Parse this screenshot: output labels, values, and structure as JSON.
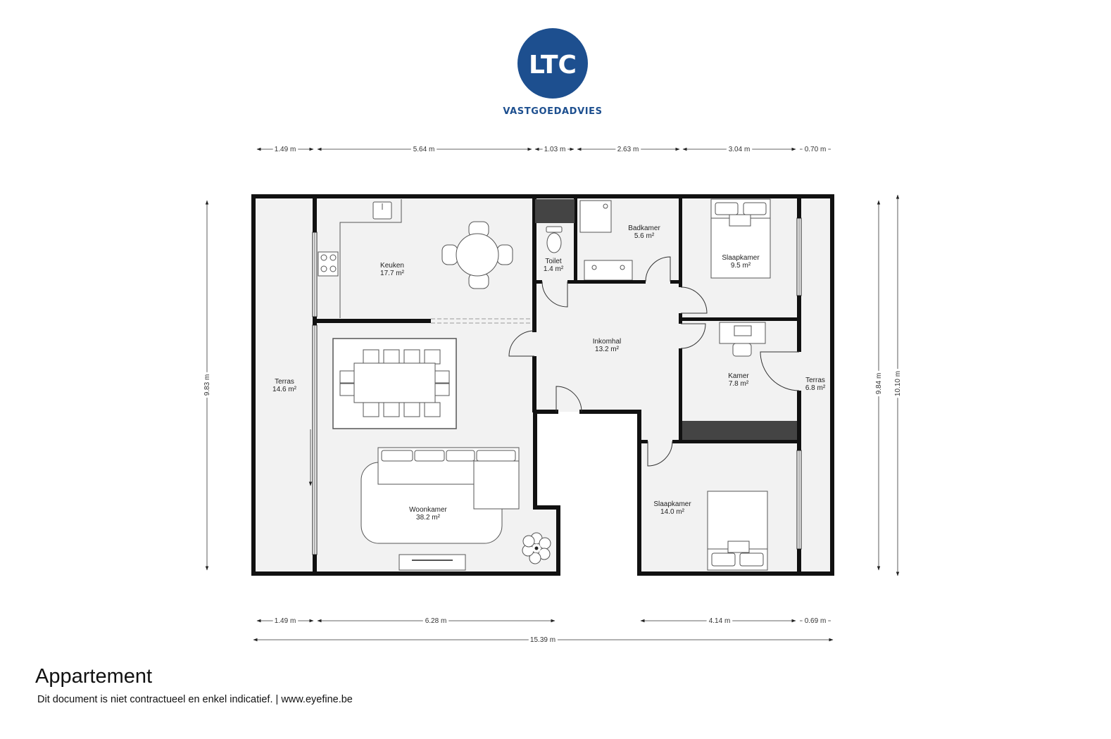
{
  "logo": {
    "text": "LTC",
    "tagline": "VASTGOEDADVIES",
    "color": "#1d4f8f"
  },
  "colors": {
    "wall": "#111111",
    "floor": "#f2f2f2",
    "shaft": "#444444"
  },
  "dimensions": {
    "top": [
      "1.49 m",
      "5.64 m",
      "1.03 m",
      "2.63 m",
      "3.04 m",
      "0.70 m"
    ],
    "bottom": [
      "1.49 m",
      "6.28 m",
      "4.14 m",
      "0.69 m"
    ],
    "total_width": "15.39 m",
    "left_height": "9.83 m",
    "right_height_inner": "9.84 m",
    "right_height_outer": "10.10 m"
  },
  "rooms": [
    {
      "name": "Terras",
      "area": "14.6 m²"
    },
    {
      "name": "Keuken",
      "area": "17.7 m²"
    },
    {
      "name": "Toilet",
      "area": "1.4 m²"
    },
    {
      "name": "Badkamer",
      "area": "5.6 m²"
    },
    {
      "name": "Slaapkamer",
      "area": "9.5 m²"
    },
    {
      "name": "Inkomhal",
      "area": "13.2 m²"
    },
    {
      "name": "Kamer",
      "area": "7.8 m²"
    },
    {
      "name": "Terras",
      "area": "6.8 m²"
    },
    {
      "name": "Woonkamer",
      "area": "38.2 m²"
    },
    {
      "name": "Slaapkamer",
      "area": "14.0 m²"
    }
  ],
  "title": "Appartement",
  "disclaimer": "Dit document is niet contractueel en enkel indicatief. | www.eyefine.be"
}
